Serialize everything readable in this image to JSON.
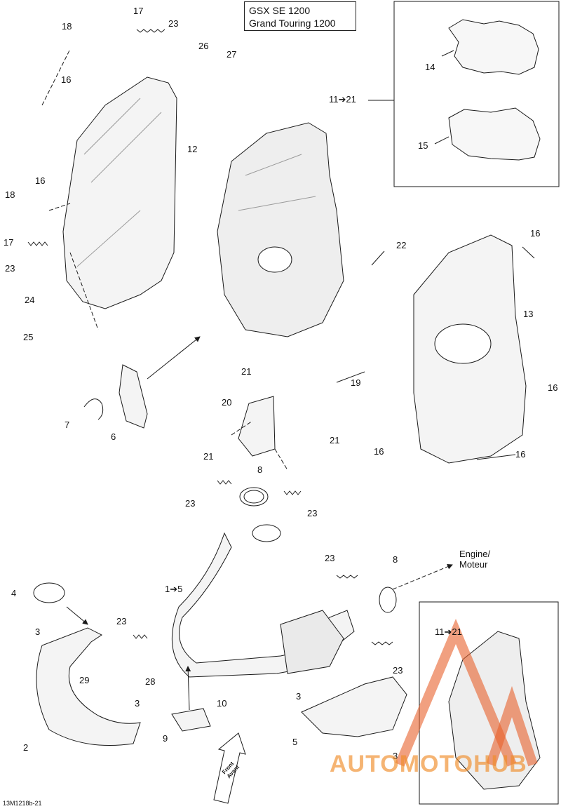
{
  "title": {
    "line1": "GSX SE 1200",
    "line2": "Grand Touring 1200"
  },
  "labels": [
    {
      "id": "l17a",
      "text": "17"
    },
    {
      "id": "l18a",
      "text": "18"
    },
    {
      "id": "l23a",
      "text": "23"
    },
    {
      "id": "l26",
      "text": "26"
    },
    {
      "id": "l27",
      "text": "27"
    },
    {
      "id": "l16a",
      "text": "16"
    },
    {
      "id": "l12",
      "text": "12"
    },
    {
      "id": "l16b",
      "text": "16"
    },
    {
      "id": "l18b",
      "text": "18"
    },
    {
      "id": "l17b",
      "text": "17"
    },
    {
      "id": "l23b",
      "text": "23"
    },
    {
      "id": "l24",
      "text": "24"
    },
    {
      "id": "l25",
      "text": "25"
    },
    {
      "id": "l11a",
      "text": "11➔21"
    },
    {
      "id": "l14",
      "text": "14"
    },
    {
      "id": "l15",
      "text": "15"
    },
    {
      "id": "l22",
      "text": "22"
    },
    {
      "id": "l16c",
      "text": "16"
    },
    {
      "id": "l13",
      "text": "13"
    },
    {
      "id": "l16d",
      "text": "16"
    },
    {
      "id": "l21a",
      "text": "21"
    },
    {
      "id": "l19",
      "text": "19"
    },
    {
      "id": "l7",
      "text": "7"
    },
    {
      "id": "l6",
      "text": "6"
    },
    {
      "id": "l20",
      "text": "20"
    },
    {
      "id": "l21b",
      "text": "21"
    },
    {
      "id": "l16e",
      "text": "16"
    },
    {
      "id": "l16f",
      "text": "16"
    },
    {
      "id": "l21c",
      "text": "21"
    },
    {
      "id": "l8a",
      "text": "8"
    },
    {
      "id": "l23c",
      "text": "23"
    },
    {
      "id": "l23d",
      "text": "23"
    },
    {
      "id": "l4",
      "text": "4"
    },
    {
      "id": "l1",
      "text": "1➔5"
    },
    {
      "id": "l23e",
      "text": "23"
    },
    {
      "id": "l8b",
      "text": "8"
    },
    {
      "id": "l3a",
      "text": "3"
    },
    {
      "id": "l23f",
      "text": "23"
    },
    {
      "id": "l11b",
      "text": "11➔21"
    },
    {
      "id": "l29",
      "text": "29"
    },
    {
      "id": "l28",
      "text": "28"
    },
    {
      "id": "l3b",
      "text": "3"
    },
    {
      "id": "l10",
      "text": "10"
    },
    {
      "id": "l23g",
      "text": "23"
    },
    {
      "id": "l3c",
      "text": "3"
    },
    {
      "id": "l9",
      "text": "9"
    },
    {
      "id": "l2",
      "text": "2"
    },
    {
      "id": "l5",
      "text": "5"
    },
    {
      "id": "l3d",
      "text": "3"
    }
  ],
  "engine_label": {
    "line1": "Engine/",
    "line2": "Moteur"
  },
  "front_label": {
    "line1": "Front",
    "line2": "Avant"
  },
  "footer_code": "13M1218b-21",
  "watermark": "AUTOMOTOHUB",
  "colors": {
    "line": "#1a1a1a",
    "part_fill": "#f4f4f4",
    "shade": "#9a9a9a",
    "watermark": "#e8602c"
  }
}
